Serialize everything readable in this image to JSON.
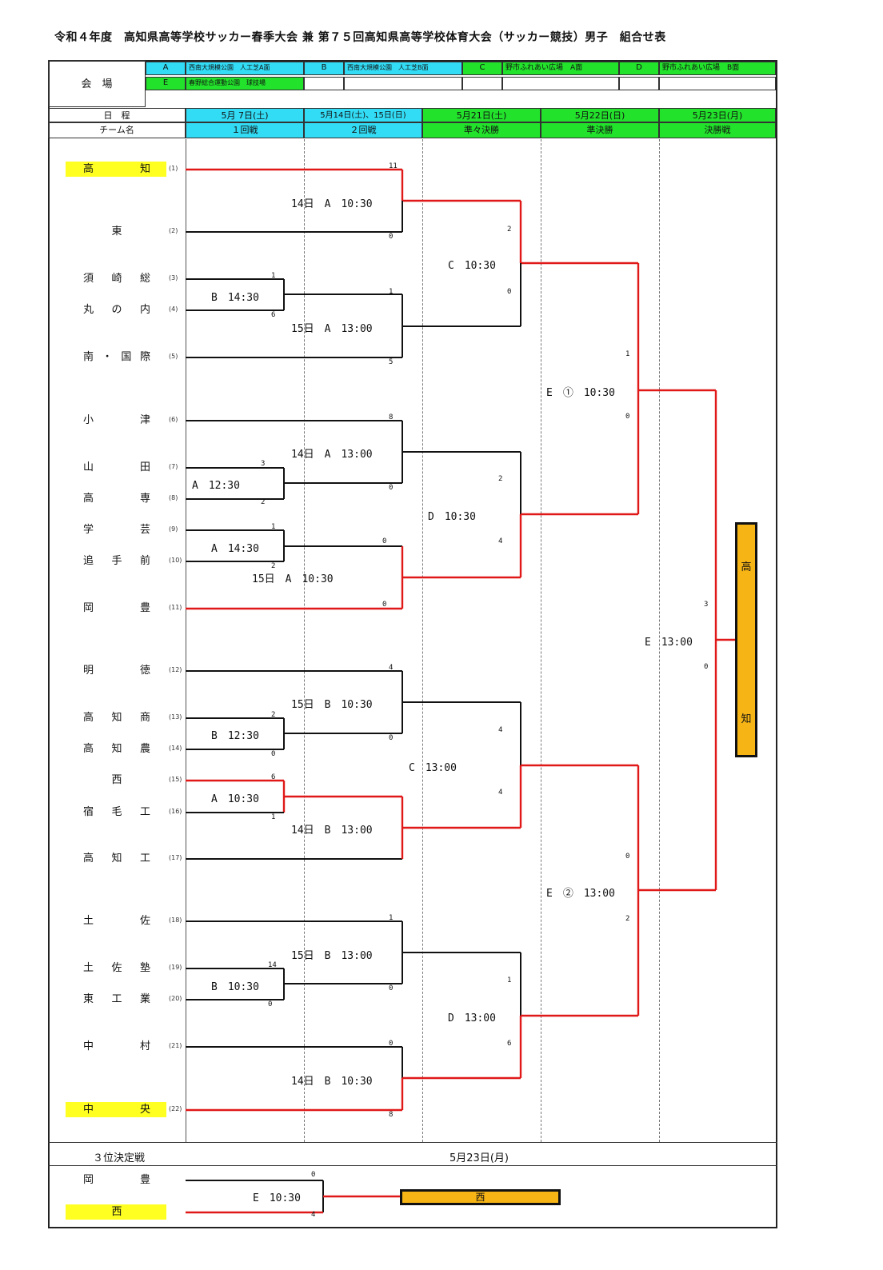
{
  "title": "令和４年度　高知県高等学校サッカー春季大会 兼 第７５回高知県高等学校体育大会（サッカー競技）男子　組合せ表",
  "venue_label": "会　場",
  "venues": [
    {
      "code": "A",
      "name": "西南大規模公園　人工芝A面"
    },
    {
      "code": "B",
      "name": "西南大規模公園　人工芝B面"
    },
    {
      "code": "C",
      "name": "野市ふれあい広場　A面"
    },
    {
      "code": "D",
      "name": "野市ふれあい広場　B面"
    },
    {
      "code": "E",
      "name": "春野総合運動公園　球技場"
    }
  ],
  "schedule_label": "日　程",
  "team_label": "チーム名",
  "rounds": [
    {
      "date": "5月 7日(土)",
      "name": "１回戦"
    },
    {
      "date": "5月14日(土)、15日(日)",
      "name": "２回戦"
    },
    {
      "date": "5月21日(土)",
      "name": "準々決勝"
    },
    {
      "date": "5月22日(日)",
      "name": "準決勝"
    },
    {
      "date": "5月23日(月)",
      "name": "決勝戦"
    }
  ],
  "teams": [
    {
      "no": "(1)",
      "chars": [
        "高",
        "知"
      ],
      "highlight": true
    },
    {
      "no": "(2)",
      "chars": [
        "東"
      ],
      "highlight": false
    },
    {
      "no": "(3)",
      "chars": [
        "須",
        "崎",
        "総"
      ],
      "highlight": false
    },
    {
      "no": "(4)",
      "chars": [
        "丸",
        "の",
        "内"
      ],
      "highlight": false
    },
    {
      "no": "(5)",
      "chars": [
        "南",
        "・",
        "国",
        "際"
      ],
      "highlight": false
    },
    {
      "no": "(6)",
      "chars": [
        "小",
        "津"
      ],
      "highlight": false
    },
    {
      "no": "(7)",
      "chars": [
        "山",
        "田"
      ],
      "highlight": false
    },
    {
      "no": "(8)",
      "chars": [
        "高",
        "専"
      ],
      "highlight": false
    },
    {
      "no": "(9)",
      "chars": [
        "学",
        "芸"
      ],
      "highlight": false
    },
    {
      "no": "(10)",
      "chars": [
        "追",
        "手",
        "前"
      ],
      "highlight": false
    },
    {
      "no": "(11)",
      "chars": [
        "岡",
        "豊"
      ],
      "highlight": false
    },
    {
      "no": "(12)",
      "chars": [
        "明",
        "徳"
      ],
      "highlight": false
    },
    {
      "no": "(13)",
      "chars": [
        "高",
        "知",
        "商"
      ],
      "highlight": false
    },
    {
      "no": "(14)",
      "chars": [
        "高",
        "知",
        "農"
      ],
      "highlight": false
    },
    {
      "no": "(15)",
      "chars": [
        "西"
      ],
      "highlight": false
    },
    {
      "no": "(16)",
      "chars": [
        "宿",
        "毛",
        "工"
      ],
      "highlight": false
    },
    {
      "no": "(17)",
      "chars": [
        "高",
        "知",
        "工"
      ],
      "highlight": false
    },
    {
      "no": "(18)",
      "chars": [
        "土",
        "佐"
      ],
      "highlight": false
    },
    {
      "no": "(19)",
      "chars": [
        "土",
        "佐",
        "塾"
      ],
      "highlight": false
    },
    {
      "no": "(20)",
      "chars": [
        "東",
        "工",
        "業"
      ],
      "highlight": false
    },
    {
      "no": "(21)",
      "chars": [
        "中",
        "村"
      ],
      "highlight": false
    },
    {
      "no": "(22)",
      "chars": [
        "中",
        "央"
      ],
      "highlight": true
    }
  ],
  "matches": [
    {
      "label": "14日　A　10:30",
      "score_top": "11",
      "score_bottom": "0"
    },
    {
      "label": "B　14:30",
      "score_top": "1",
      "score_bottom": "6"
    },
    {
      "label": "15日　A　13:00",
      "score_top": "1",
      "score_bottom": "5"
    },
    {
      "label": "C　10:30",
      "score_top": "2",
      "score_bottom": "0"
    },
    {
      "label": "14日　A　13:00",
      "score_top": "8",
      "score_bottom": "0"
    },
    {
      "label": "A　12:30",
      "score_top": "3",
      "score_bottom": "2"
    },
    {
      "label": "A　14:30",
      "score_top": "1",
      "score_bottom": "2"
    },
    {
      "label": "15日　A　10:30",
      "score_top": "0",
      "score_bottom": "0"
    },
    {
      "label": "D　10:30",
      "score_top": "2",
      "score_bottom": "4"
    },
    {
      "label": "E　①　10:30",
      "score_top": "1",
      "score_bottom": "0"
    },
    {
      "label": "E　13:00",
      "score_top": "3",
      "score_bottom": "0"
    },
    {
      "label": "15日　B　10:30",
      "score_top": "4",
      "score_bottom": "0"
    },
    {
      "label": "B　12:30",
      "score_top": "2",
      "score_bottom": "0"
    },
    {
      "label": "A　10:30",
      "score_top": "6",
      "score_bottom": "1"
    },
    {
      "label": "14日　B　13:00",
      "score_top": "",
      "score_bottom": ""
    },
    {
      "label": "C　13:00",
      "score_top": "4",
      "score_bottom": "4"
    },
    {
      "label": "E　②　13:00",
      "score_top": "0",
      "score_bottom": "2"
    },
    {
      "label": "15日　B　13:00",
      "score_top": "1",
      "score_bottom": "0"
    },
    {
      "label": "B　10:30",
      "score_top": "14",
      "score_bottom": "0"
    },
    {
      "label": "D　13:00",
      "score_top": "1",
      "score_bottom": "6"
    },
    {
      "label": "14日　B　10:30",
      "score_top": "0",
      "score_bottom": "8"
    }
  ],
  "champion": [
    "高",
    "知"
  ],
  "third_place": {
    "label": "３位決定戦",
    "date": "5月23日(月)",
    "teams": [
      {
        "chars": [
          "岡",
          "豊"
        ],
        "highlight": false
      },
      {
        "chars": [
          "西"
        ],
        "highlight": true
      }
    ],
    "match_label": "E　10:30",
    "score_top": "0",
    "score_bottom": "4",
    "winner": "西"
  },
  "colors": {
    "win_line": "#e01818",
    "line": "#111111",
    "cyan": "#33dcf5",
    "green": "#22e22b",
    "highlight": "#ffff22",
    "winner_box": "#f7b515"
  }
}
